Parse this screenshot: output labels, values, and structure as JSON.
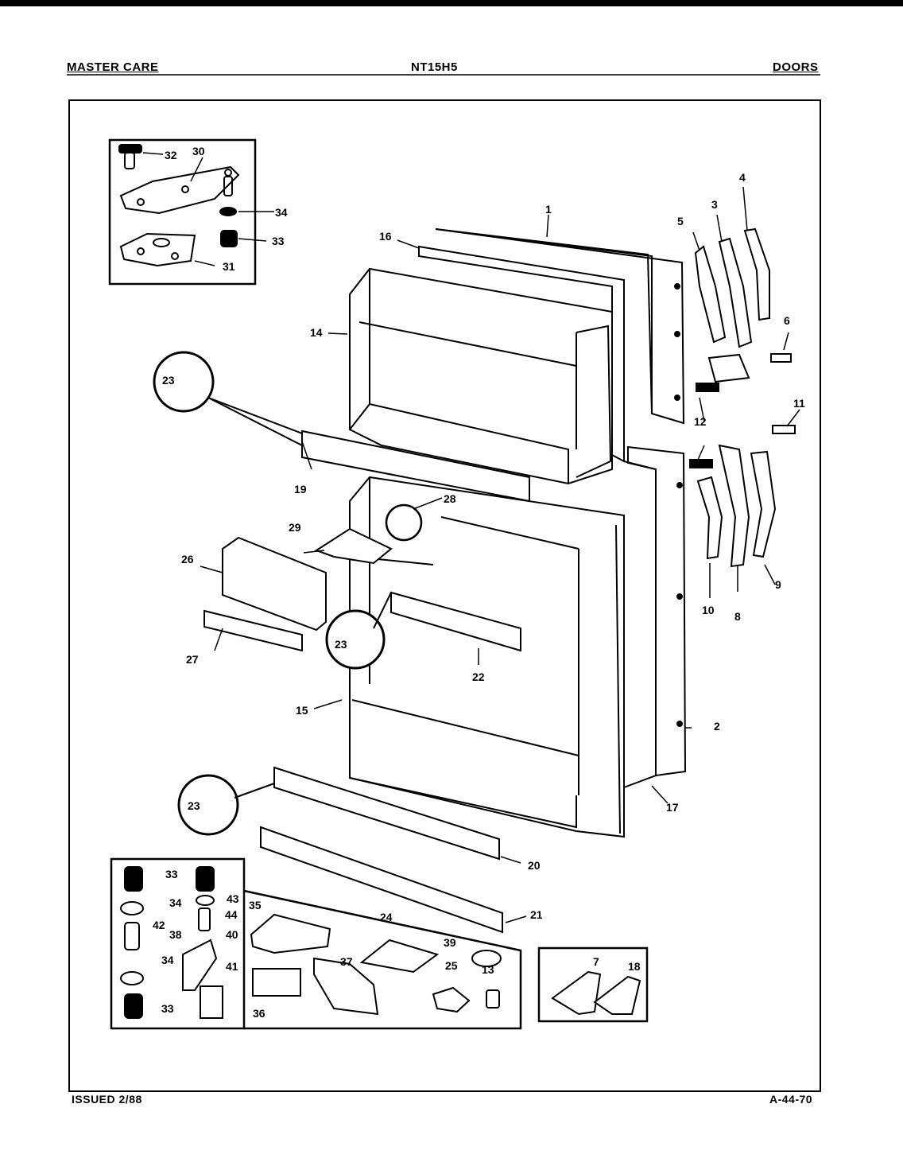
{
  "header": {
    "brand": "MASTER CARE",
    "model": "NT15H5",
    "section": "DOORS"
  },
  "footer": {
    "issued": "ISSUED 2/88",
    "code": "A-44-70"
  },
  "callouts": [
    {
      "label": "1"
    },
    {
      "label": "2"
    },
    {
      "label": "3"
    },
    {
      "label": "4"
    },
    {
      "label": "5"
    },
    {
      "label": "6"
    },
    {
      "label": "7"
    },
    {
      "label": "8"
    },
    {
      "label": "9"
    },
    {
      "label": "10"
    },
    {
      "label": "11"
    },
    {
      "label": "12"
    },
    {
      "label": "13"
    },
    {
      "label": "14"
    },
    {
      "label": "15"
    },
    {
      "label": "16"
    },
    {
      "label": "17"
    },
    {
      "label": "18"
    },
    {
      "label": "19"
    },
    {
      "label": "20"
    },
    {
      "label": "21"
    },
    {
      "label": "22"
    },
    {
      "label": "23"
    },
    {
      "label": "23"
    },
    {
      "label": "23"
    },
    {
      "label": "24"
    },
    {
      "label": "25"
    },
    {
      "label": "26"
    },
    {
      "label": "27"
    },
    {
      "label": "28"
    },
    {
      "label": "29"
    },
    {
      "label": "30"
    },
    {
      "label": "31"
    },
    {
      "label": "32"
    },
    {
      "label": "33"
    },
    {
      "label": "34"
    },
    {
      "label": "33"
    },
    {
      "label": "34"
    },
    {
      "label": "38"
    },
    {
      "label": "34"
    },
    {
      "label": "33"
    },
    {
      "label": "42"
    },
    {
      "label": "43"
    },
    {
      "label": "44"
    },
    {
      "label": "40"
    },
    {
      "label": "41"
    },
    {
      "label": "35"
    },
    {
      "label": "36"
    },
    {
      "label": "37"
    },
    {
      "label": "39"
    }
  ]
}
